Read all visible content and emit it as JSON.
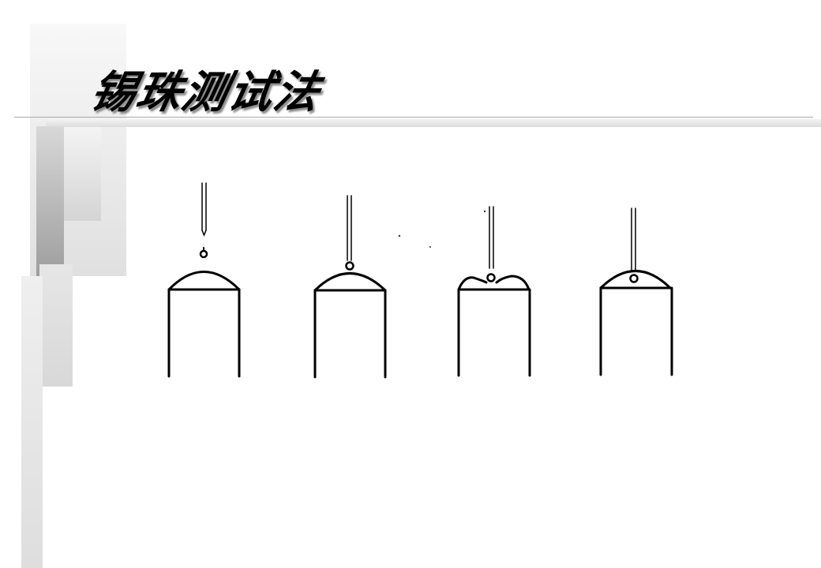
{
  "slide": {
    "title": "锡珠测试法",
    "background_color": "#ffffff",
    "accent_gray": "#a8a8a8"
  },
  "diagram": {
    "description": "Solder ball test method: four stages of a solder ball dropped onto a domed cylinder",
    "stages": [
      {
        "index": 1,
        "state": "needle above, solder ball falling",
        "ball_position": "above dome"
      },
      {
        "index": 2,
        "state": "ball touching dome top, needle touching ball",
        "ball_position": "on dome surface"
      },
      {
        "index": 3,
        "state": "dome deformed around ball",
        "ball_position": "in dimple"
      },
      {
        "index": 4,
        "state": "ball absorbed into dome",
        "ball_position": "inside dome"
      }
    ]
  }
}
